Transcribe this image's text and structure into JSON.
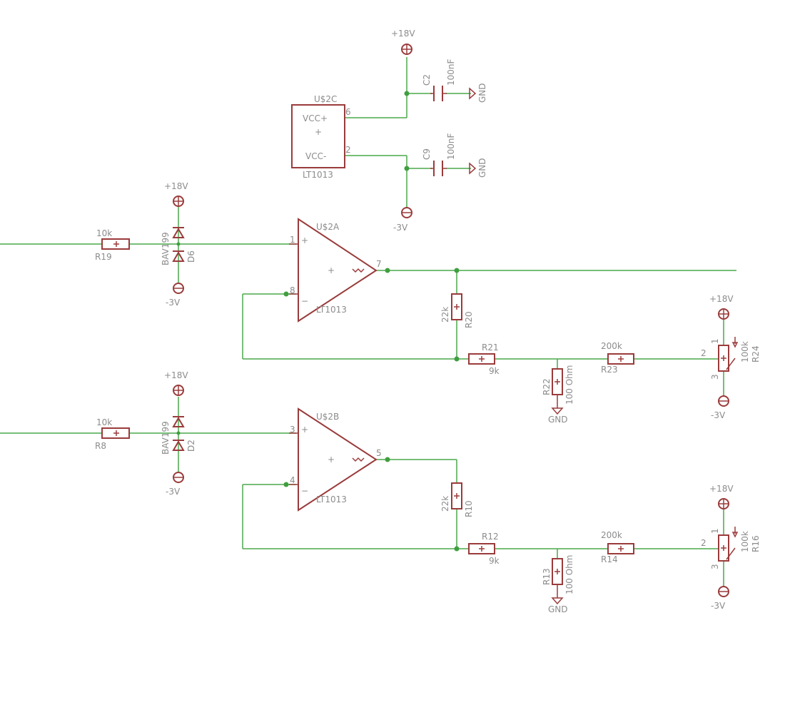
{
  "colors": {
    "wire": "#4aa94a",
    "component": "#9a3b3b",
    "label": "#8c8c8c",
    "background": "#ffffff"
  },
  "labels": {
    "vplus": "+18V",
    "vminus": "-3V",
    "gnd": "GND",
    "u2c": {
      "name": "U$2C",
      "value": "LT1013",
      "vccp": "VCC+",
      "vccm": "VCC-",
      "plus": "+",
      "pin_vccp": "6",
      "pin_vccm": "2"
    },
    "c2": {
      "name": "C2",
      "value": "100nF"
    },
    "c9": {
      "name": "C9",
      "value": "100nF"
    },
    "r19": {
      "name": "R19",
      "value": "10k"
    },
    "d6": {
      "name": "D6",
      "value": "BAV199"
    },
    "u2a": {
      "name": "U$2A",
      "value": "LT1013",
      "pin_in_p": "1",
      "pin_in_n": "8",
      "pin_out": "7",
      "sym_p": "+",
      "sym_n": "−",
      "mid": "+"
    },
    "r20": {
      "name": "R20",
      "value": "22k"
    },
    "r21": {
      "name": "R21",
      "value": "9k"
    },
    "r22": {
      "name": "R22",
      "value": "100 Ohm"
    },
    "r23": {
      "name": "R23",
      "value": "200k"
    },
    "r24": {
      "name": "R24",
      "value": "100k",
      "pin1": "1",
      "pin2": "2",
      "pin3": "3"
    },
    "r8": {
      "name": "R8",
      "value": "10k"
    },
    "d2": {
      "name": "D2",
      "value": "BAV199"
    },
    "u2b": {
      "name": "U$2B",
      "value": "LT1013",
      "pin_in_p": "3",
      "pin_in_n": "4",
      "pin_out": "5",
      "sym_p": "+",
      "sym_n": "−",
      "mid": "+"
    },
    "r10": {
      "name": "R10",
      "value": "22k"
    },
    "r12": {
      "name": "R12",
      "value": "9k"
    },
    "r13": {
      "name": "R13",
      "value": "100 Ohm"
    },
    "r14": {
      "name": "R14",
      "value": "200k"
    },
    "r16": {
      "name": "R16",
      "value": "100k",
      "pin1": "1",
      "pin2": "2",
      "pin3": "3"
    }
  }
}
